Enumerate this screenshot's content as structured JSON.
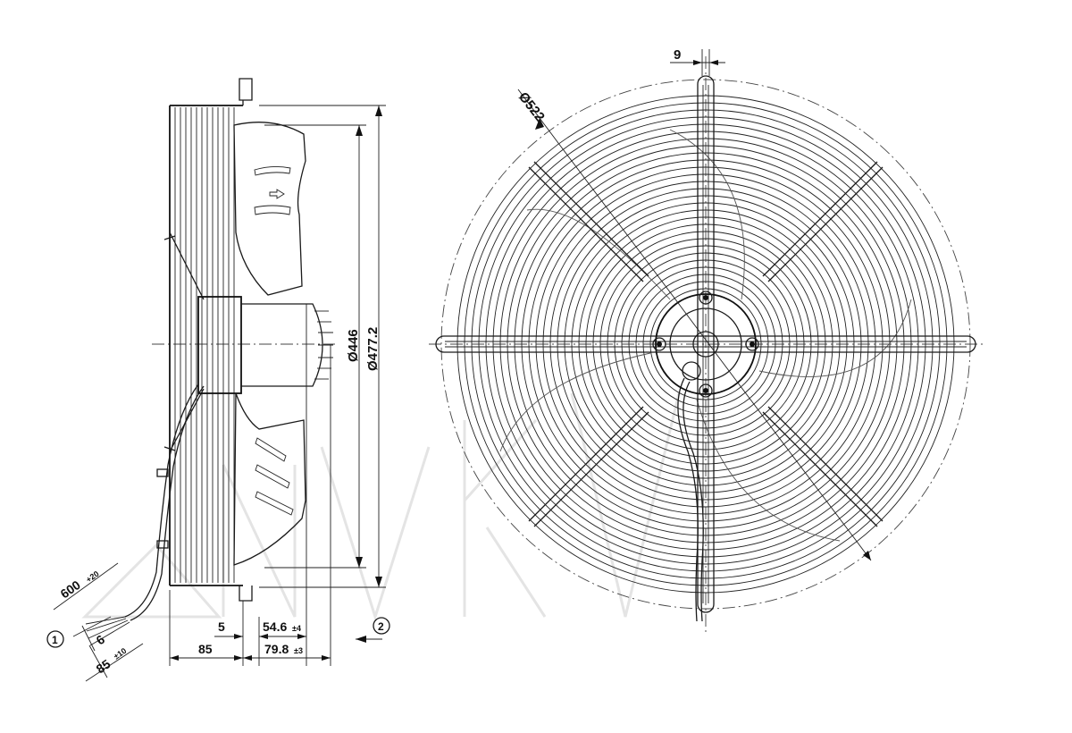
{
  "dimensions": {
    "dia_446": "Ø446",
    "dia_477": "Ø477.2",
    "dia_522": "Ø522",
    "width_9": "9",
    "dim_5": "5",
    "dim_54_6": "54.6",
    "dim_54_6_tol": "±4",
    "dim_85": "85",
    "dim_79_8": "79.8",
    "dim_79_8_tol": "±3",
    "cable_600": "600",
    "cable_600_tol": "+20",
    "dim_6": "6",
    "strip_85": "85",
    "strip_85_tol": "±10"
  },
  "callouts": {
    "c1": "1",
    "c2": "2"
  },
  "colors": {
    "line": "#111111",
    "watermark": "#e6e6e6",
    "background": "#ffffff"
  }
}
